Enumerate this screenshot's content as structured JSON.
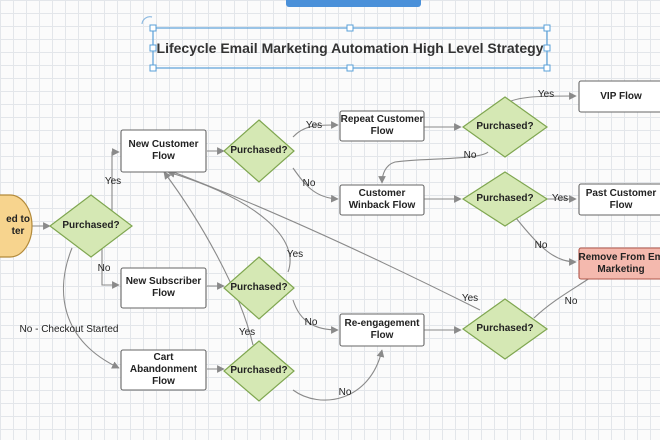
{
  "title": "Lifecycle Email Marketing Automation High Level Strategy",
  "colors": {
    "decision_fill": "#d5e8b4",
    "decision_stroke": "#7fa650",
    "process_fill": "#ffffff",
    "process_stroke": "#666666",
    "start_fill": "#f7d48e",
    "start_stroke": "#b38a3a",
    "end_fill": "#f4b9ae",
    "end_stroke": "#b0564a",
    "arrow": "#8a8a8a",
    "selection": "#5aa0d8"
  },
  "nodes": {
    "start": "ed to\nter",
    "d_start": "Purchased?",
    "new_customer": "New Customer\nFlow",
    "new_subscriber": "New Subscriber\nFlow",
    "cart_abandonment": "Cart\nAbandonment\nFlow",
    "d_new_customer": "Purchased?",
    "d_new_subscriber": "Purchased?",
    "d_cart": "Purchased?",
    "repeat_customer": "Repeat Customer\nFlow",
    "customer_winback": "Customer\nWinback Flow",
    "reengagement": "Re-engagement\nFlow",
    "d_repeat": "Purchased?",
    "d_winback": "Purchased?",
    "d_reengagement": "Purchased?",
    "vip": "VIP Flow",
    "past_customer": "Past Customer\nFlow",
    "remove": "Remove From Em\nMarketing"
  },
  "edge_labels": {
    "yes_start": "Yes",
    "no_start": "No",
    "no_checkout": "No - Checkout Started",
    "yes_nc": "Yes",
    "no_nc": "No",
    "yes_repeat": "Yes",
    "no_repeat": "No",
    "yes_winback": "Yes",
    "no_winback": "No",
    "yes_subscriber": "Yes",
    "no_subscriber": "No",
    "yes_cart": "Yes",
    "no_cart": "No",
    "yes_reengagement": "Yes",
    "no_reengagement": "No"
  }
}
